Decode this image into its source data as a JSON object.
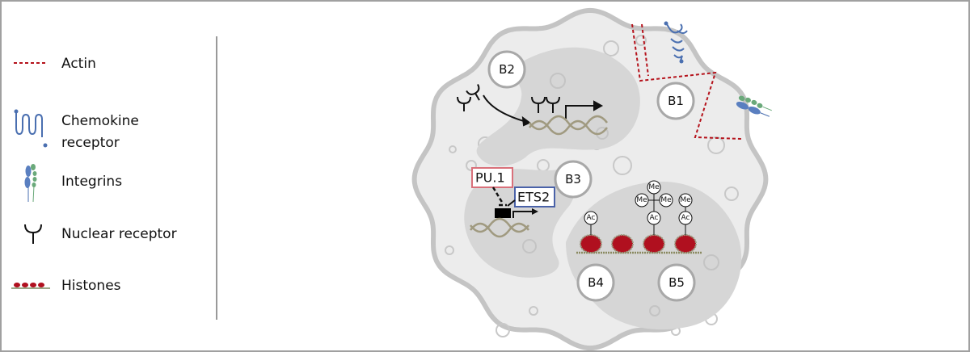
{
  "legend": {
    "items": [
      {
        "label": "Actin",
        "icon": "dashed-line-icon"
      },
      {
        "label": "Chemokine",
        "label2": "receptor",
        "icon": "chemokine-receptor-icon"
      },
      {
        "label": "Integrins",
        "icon": "integrin-icon"
      },
      {
        "label": "Nuclear receptor",
        "icon": "nuclear-receptor-icon"
      },
      {
        "label": "Histones",
        "icon": "histones-icon"
      }
    ]
  },
  "cell": {
    "regions": [
      "B1",
      "B2",
      "B3",
      "B4",
      "B5"
    ],
    "transcription_factors": [
      "PU.1",
      "ETS2"
    ],
    "modifications": {
      "acetyl": "Ac",
      "methyl": "Me"
    }
  },
  "colors": {
    "actin": "#b5121b",
    "chemokine": "#4a6fb0",
    "integrin_green": "#6aa97a",
    "histone": "#b0101f",
    "cytoplasm": "#ececec",
    "nucleus": "#d6d6d6",
    "pu1_border": "#d9707a",
    "ets2_border": "#4a62a8"
  }
}
